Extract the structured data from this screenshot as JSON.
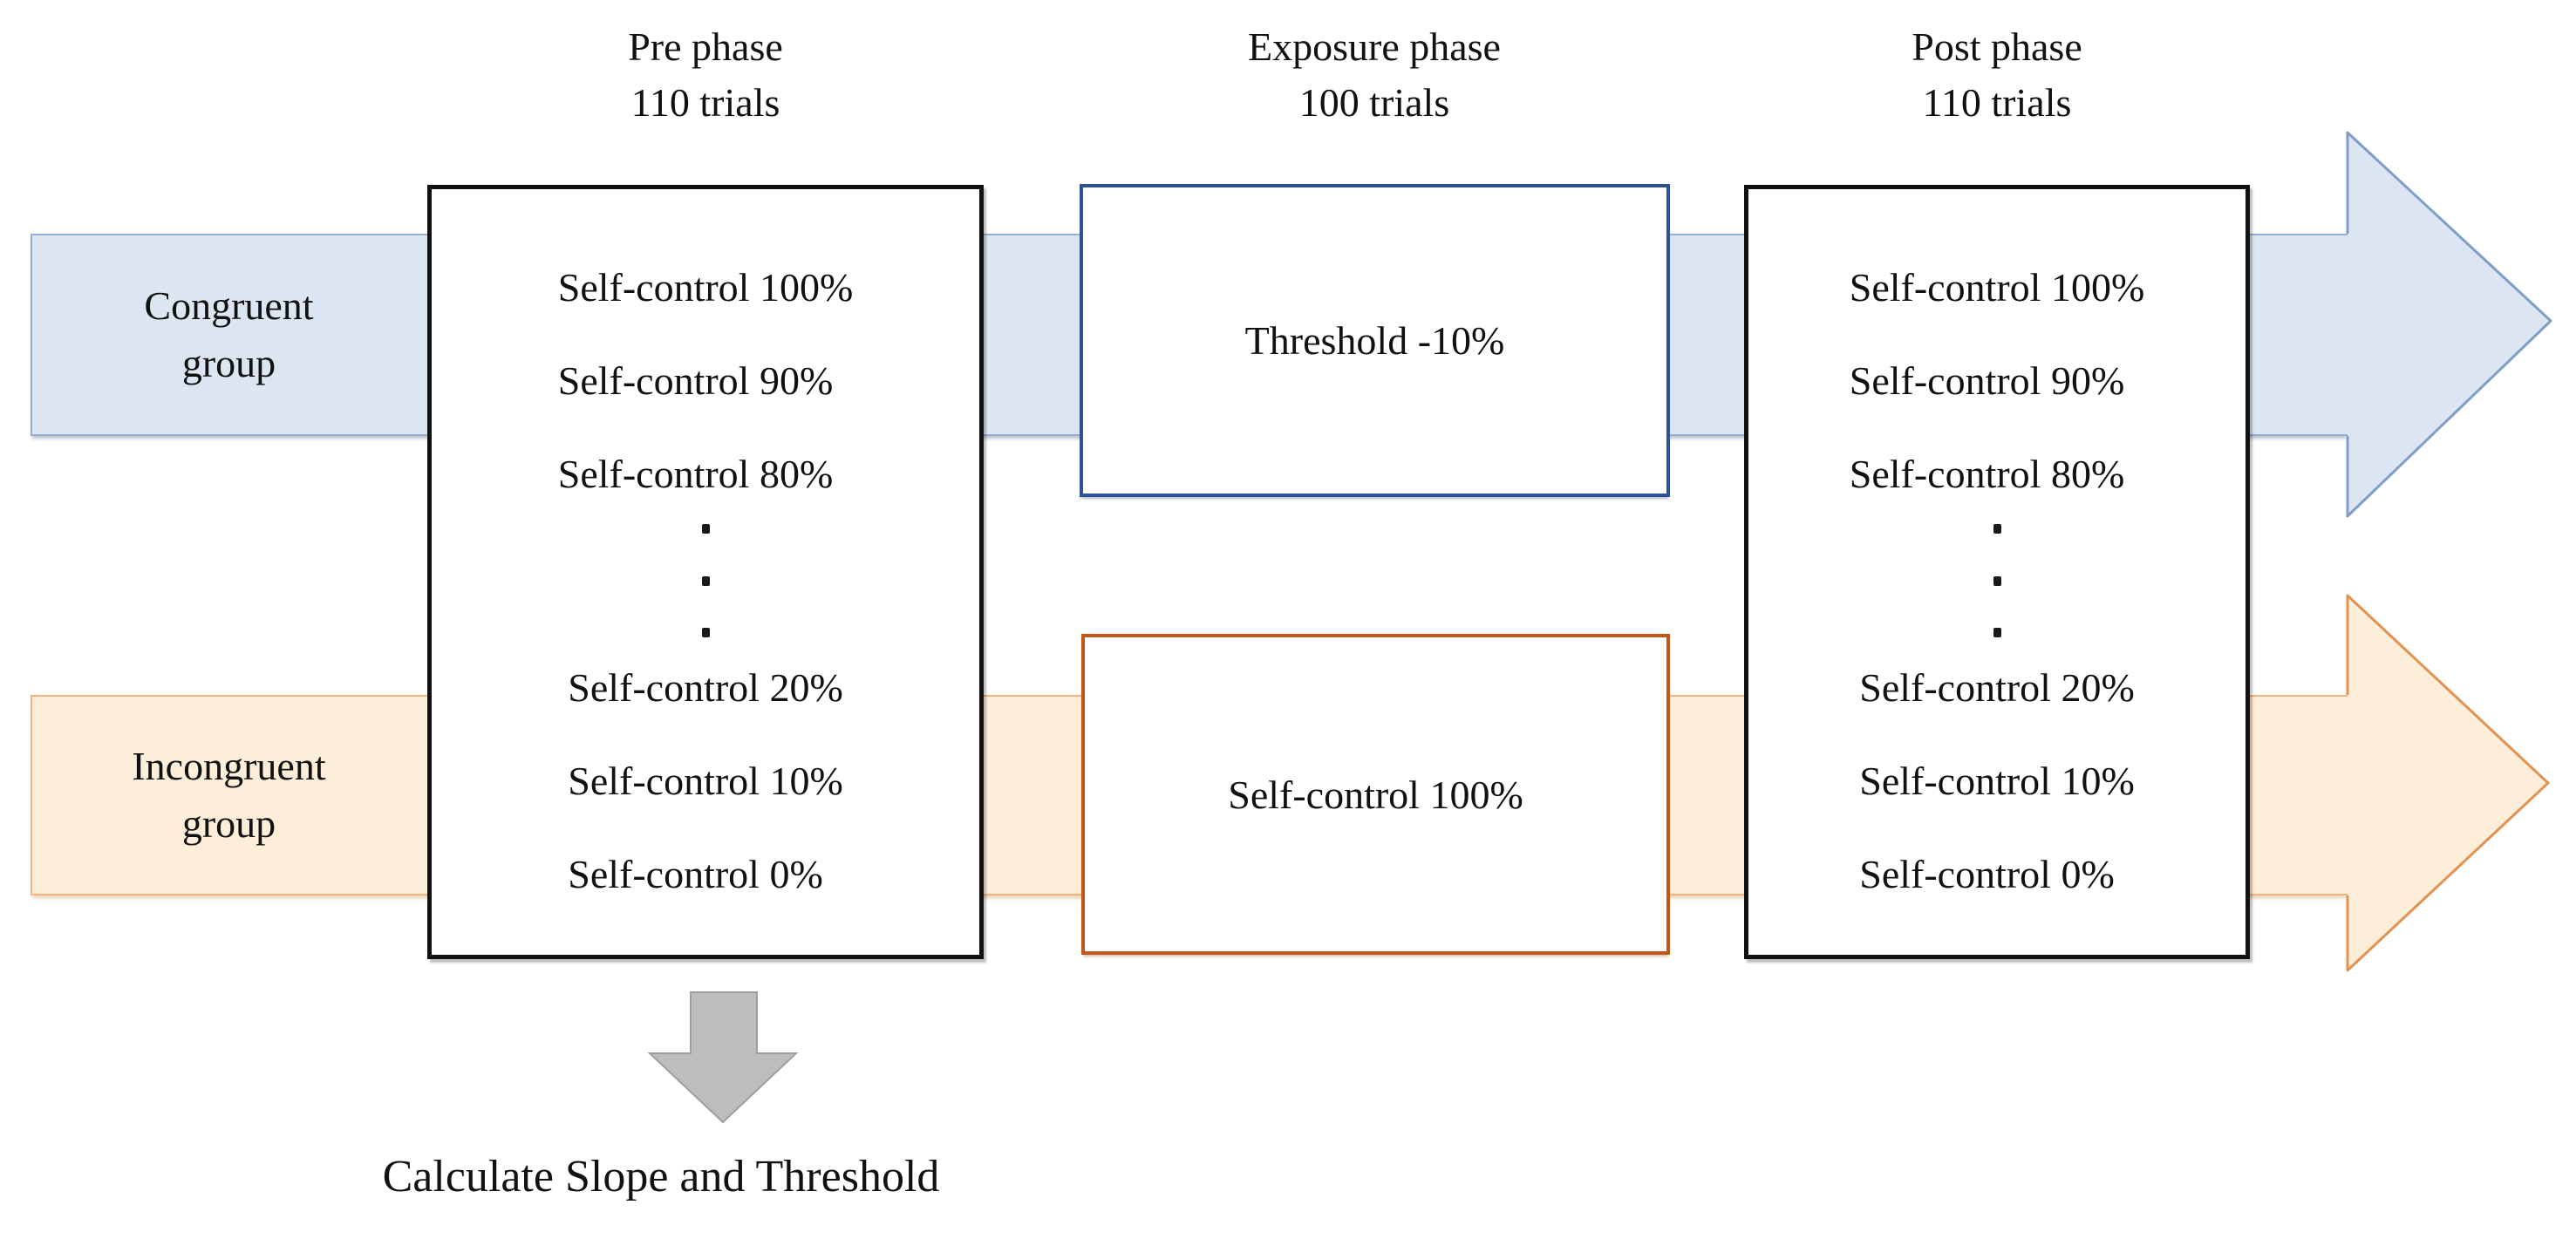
{
  "figure": {
    "phases": [
      {
        "name": "Pre phase",
        "trials": "110 trials"
      },
      {
        "name": "Exposure phase",
        "trials": "100 trials"
      },
      {
        "name": "Post phase",
        "trials": "110 trials"
      }
    ],
    "groups": [
      {
        "label_lines": [
          "Congruent",
          "group"
        ]
      },
      {
        "label_lines": [
          "Incongruent",
          "group"
        ]
      }
    ],
    "staircase_levels_top": [
      "Self-control 100%",
      "Self-control 90%",
      "Self-control 80%"
    ],
    "staircase_levels_bottom": [
      "Self-control 20%",
      "Self-control 10%",
      "Self-control 0%"
    ],
    "ellipsis_dot_count": 3,
    "exposure_boxes": [
      {
        "text": "Threshold -10%"
      },
      {
        "text": "Self-control 100%"
      }
    ],
    "bottom_caption": "Calculate Slope and Threshold"
  },
  "colors": {
    "blue_fill": "#dce6f2",
    "blue_band_border": "#94aed2",
    "blue_head_stroke": "#7f9dc9",
    "dark_blue": "#2d5394",
    "orange_fill": "#fdeeda",
    "orange_band_border": "#f2b37e",
    "orange_head_stroke": "#e2914e",
    "dark_orange": "#c2571a",
    "black_border": "#111111",
    "gray_fill": "#bdbdbd",
    "gray_stroke": "#9e9e9e",
    "text": "#111111"
  }
}
